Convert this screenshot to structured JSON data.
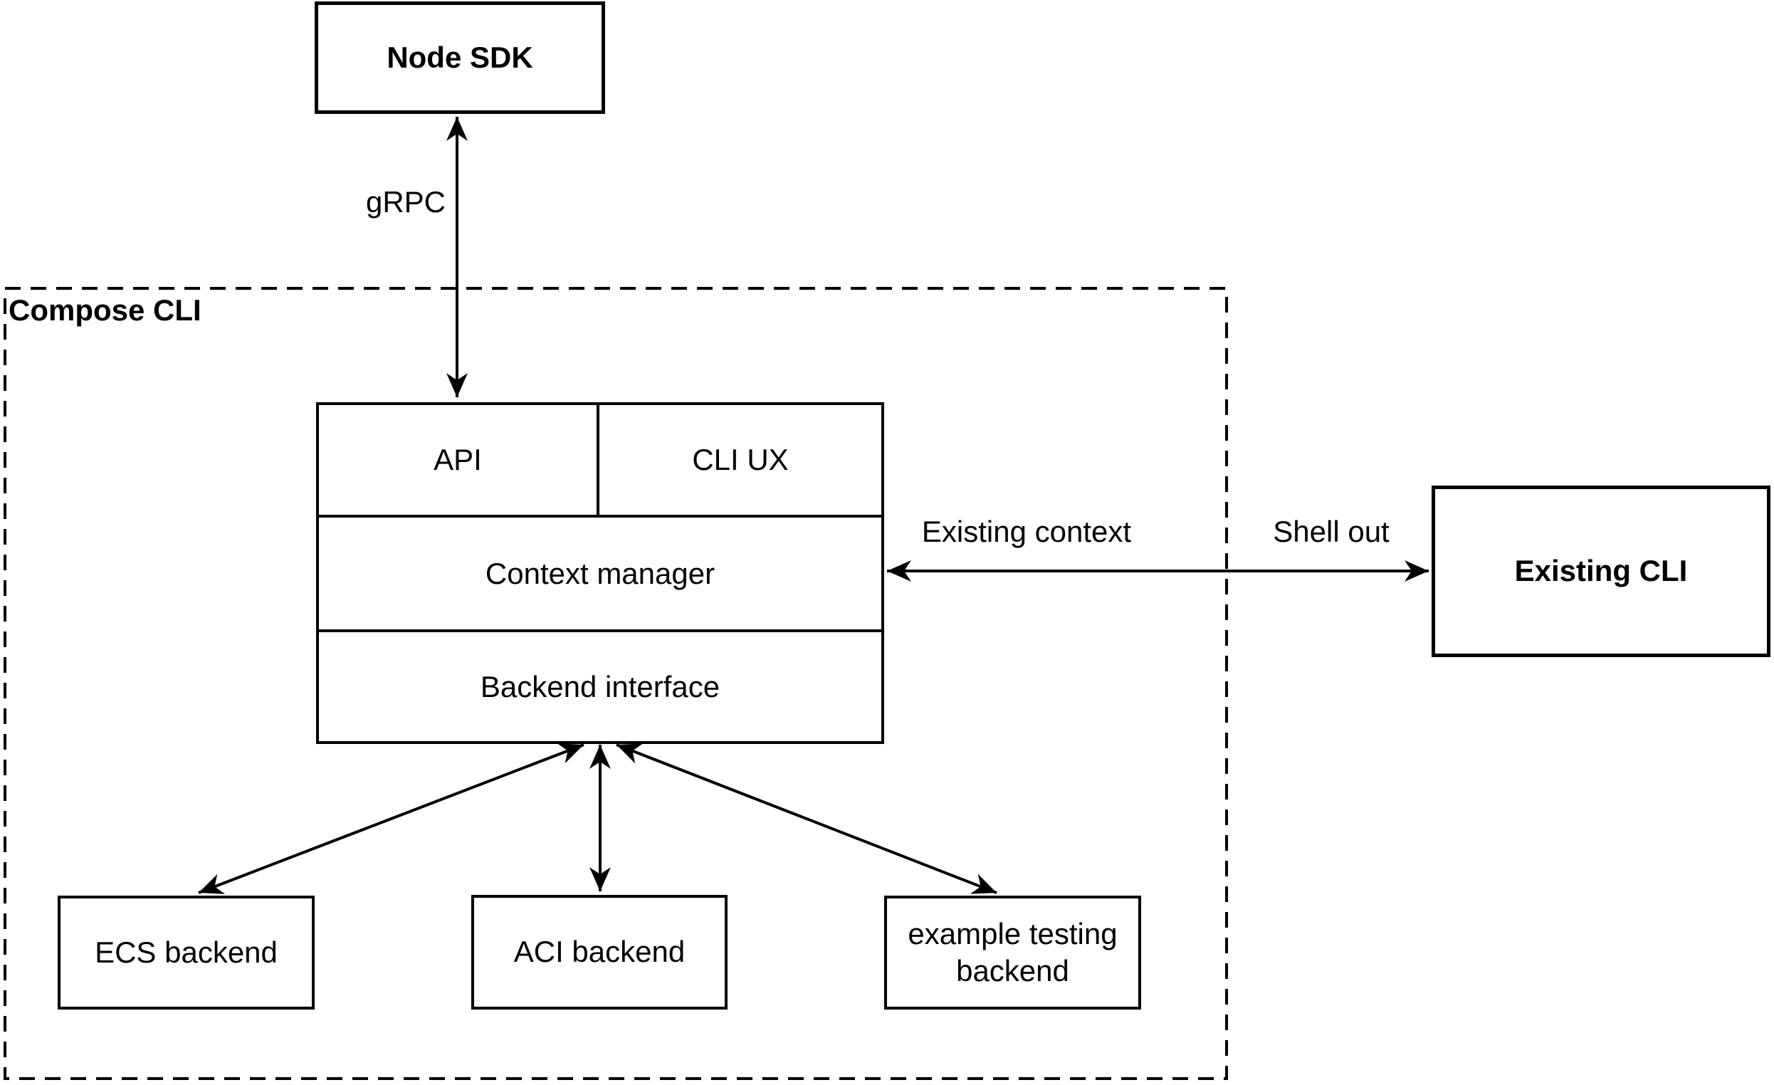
{
  "colors": {
    "line": "#000000",
    "background": "#ffffff"
  },
  "nodes": {
    "node_sdk": {
      "label": "Node SDK"
    },
    "compose_cli_group": {
      "label": "Compose CLI"
    },
    "api": {
      "label": "API"
    },
    "cli_ux": {
      "label": "CLI UX"
    },
    "context_manager": {
      "label": "Context manager"
    },
    "backend_interface": {
      "label": "Backend interface"
    },
    "ecs_backend": {
      "label": "ECS backend"
    },
    "aci_backend": {
      "label": "ACI backend"
    },
    "example_testing_backend": {
      "label": "example testing backend"
    },
    "existing_cli": {
      "label": "Existing CLI"
    }
  },
  "edges": {
    "grpc": {
      "label": "gRPC",
      "from": "node_sdk",
      "to": "api",
      "bidirectional": true
    },
    "existing_context": {
      "label": "Existing context",
      "from": "context_manager",
      "to": "existing_cli",
      "bidirectional": true
    },
    "shell_out": {
      "label": "Shell out",
      "from": "context_manager",
      "to": "existing_cli",
      "bidirectional": true
    },
    "backend_to_ecs": {
      "from": "backend_interface",
      "to": "ecs_backend",
      "bidirectional": true
    },
    "backend_to_aci": {
      "from": "backend_interface",
      "to": "aci_backend",
      "bidirectional": true
    },
    "backend_to_example": {
      "from": "backend_interface",
      "to": "example_testing_backend",
      "bidirectional": true
    }
  }
}
